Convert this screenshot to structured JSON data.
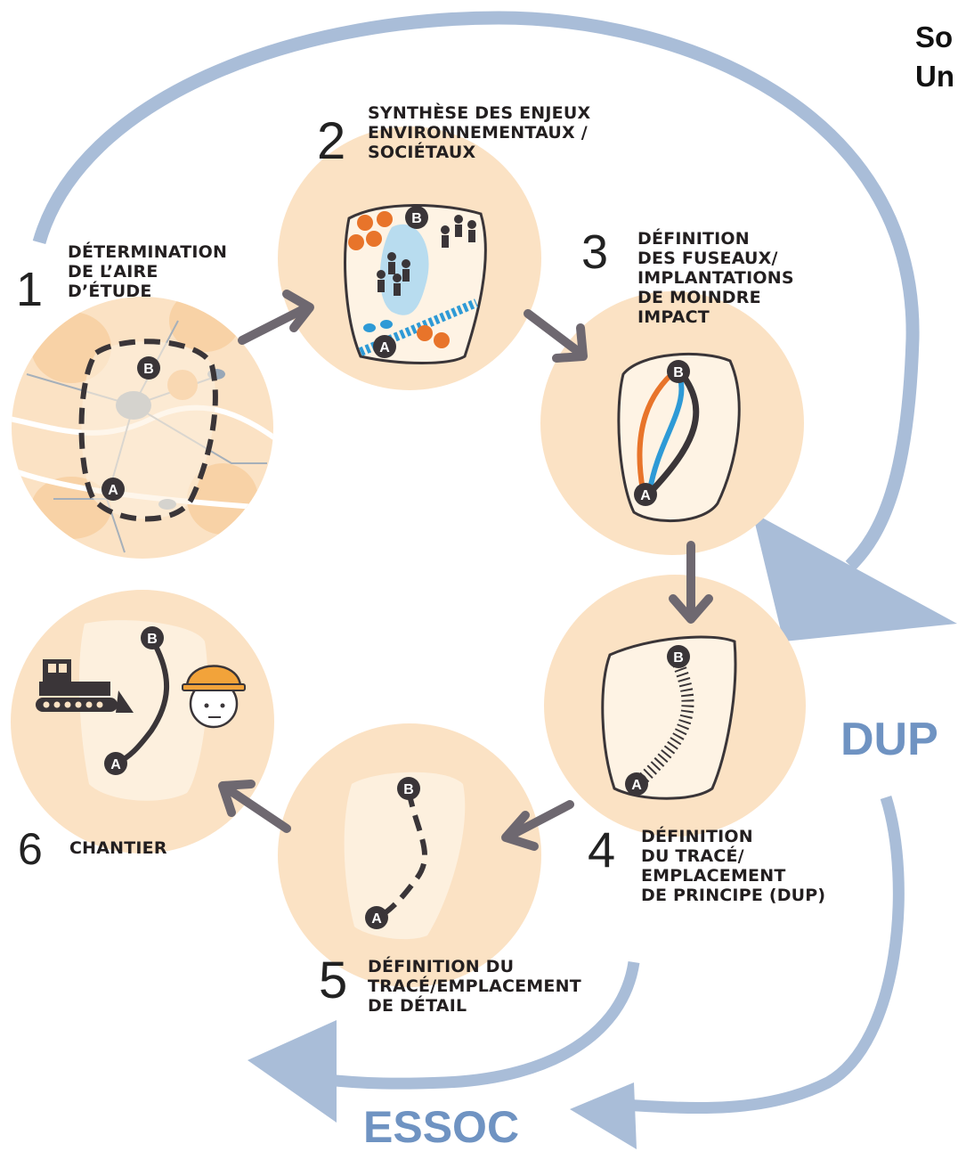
{
  "corner_text": {
    "line1": "So",
    "line2": "Un"
  },
  "steps": [
    {
      "number": "1",
      "label": "DÉTERMINATION\nDE L’AIRE\nD’ÉTUDE"
    },
    {
      "number": "2",
      "label": "SYNTHÈSE DES ENJEUX\nENVIRONNEMENTAUX /\nSOCIÉTAUX"
    },
    {
      "number": "3",
      "label": "DÉFINITION\nDES FUSEAUX/\nIMPLANTATIONS\nDE MOINDRE\nIMPACT"
    },
    {
      "number": "4",
      "label": "DÉFINITION\nDU TRACÉ/\nEMPLACEMENT\nDE PRINCIPE (DUP)"
    },
    {
      "number": "5",
      "label": "DÉFINITION DU\nTRACÉ/EMPLACEMENT\nDE DÉTAIL"
    },
    {
      "number": "6",
      "label": "CHANTIER"
    }
  ],
  "markers": {
    "start": "A",
    "end": "B"
  },
  "procedures": {
    "dup": "DUP",
    "essoc": "ESSOC"
  },
  "colors": {
    "circle_fill": "#fbe2c4",
    "big_arrow": "#a9bdd8",
    "procedure_text": "#6f93c2",
    "step_arrow": "#6e6870",
    "orange": "#e8742a",
    "blue": "#2e9ad6",
    "dark": "#3a3538"
  }
}
